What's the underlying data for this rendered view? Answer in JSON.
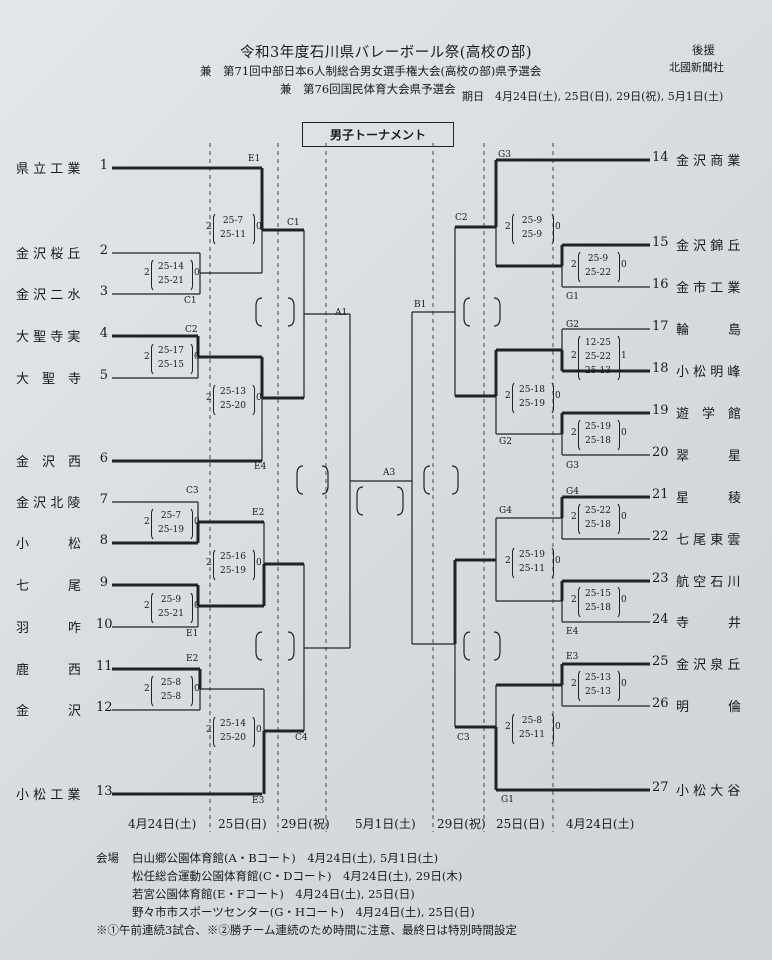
{
  "header": {
    "title": "令和3年度石川県バレーボール祭(高校の部)",
    "subtitle1": "兼　第71回中部日本6人制総合男女選手権大会(高校の部)県予選会",
    "subtitle2": "兼　第76回国民体育大会県予選会",
    "sponsor_label": "後援",
    "sponsor_name": "北國新聞社",
    "period": "期日　4月24日(土), 25日(日), 29日(祝), 5月1日(土)",
    "tournament_title": "男子トーナメント"
  },
  "teams_left": [
    {
      "name": "県 立 工 業",
      "seed": "1"
    },
    {
      "name": "金 沢 桜 丘",
      "seed": "2"
    },
    {
      "name": "金 沢 二 水",
      "seed": "3"
    },
    {
      "name": "大 聖 寺 実",
      "seed": "4"
    },
    {
      "name": "大　聖　寺",
      "seed": "5"
    },
    {
      "name": "金　沢　西",
      "seed": "6"
    },
    {
      "name": "金 沢 北 陵",
      "seed": "7"
    },
    {
      "name": "小　　　松",
      "seed": "8"
    },
    {
      "name": "七　　　尾",
      "seed": "9"
    },
    {
      "name": "羽　　　咋",
      "seed": "10"
    },
    {
      "name": "鹿　　　西",
      "seed": "11"
    },
    {
      "name": "金　　　沢",
      "seed": "12"
    },
    {
      "name": "小 松 工 業",
      "seed": "13"
    }
  ],
  "teams_right": [
    {
      "seed": "14",
      "name": "金 沢 商 業"
    },
    {
      "seed": "15",
      "name": "金 沢 錦 丘"
    },
    {
      "seed": "16",
      "name": "金 市 工 業"
    },
    {
      "seed": "17",
      "name": "輪　　　島"
    },
    {
      "seed": "18",
      "name": "小 松 明 峰"
    },
    {
      "seed": "19",
      "name": "遊　学　館"
    },
    {
      "seed": "20",
      "name": "翠　　　星"
    },
    {
      "seed": "21",
      "name": "星　　　稜"
    },
    {
      "seed": "22",
      "name": "七 尾 東 雲"
    },
    {
      "seed": "23",
      "name": "航 空 石 川"
    },
    {
      "seed": "24",
      "name": "寺　　　井"
    },
    {
      "seed": "25",
      "name": "金 沢 泉 丘"
    },
    {
      "seed": "26",
      "name": "明　　　倫"
    },
    {
      "seed": "27",
      "name": "小 松 大 谷"
    }
  ],
  "court_labels": [
    {
      "text": "E1"
    },
    {
      "text": "C1"
    },
    {
      "text": "C1"
    },
    {
      "text": "C2"
    },
    {
      "text": "E4"
    },
    {
      "text": "C3"
    },
    {
      "text": "E2"
    },
    {
      "text": "E1"
    },
    {
      "text": "E2"
    },
    {
      "text": "C4"
    },
    {
      "text": "E3"
    },
    {
      "text": "A1"
    },
    {
      "text": "A3"
    },
    {
      "text": "B1"
    },
    {
      "text": "G3"
    },
    {
      "text": "C2"
    },
    {
      "text": "G1"
    },
    {
      "text": "G2"
    },
    {
      "text": "G2"
    },
    {
      "text": "G3"
    },
    {
      "text": "G4"
    },
    {
      "text": "G4"
    },
    {
      "text": "E4"
    },
    {
      "text": "E3"
    },
    {
      "text": "C3"
    },
    {
      "text": "G1"
    }
  ],
  "matches": [
    {
      "sets_won": "2",
      "scores": [
        "25-7",
        "25-11"
      ],
      "sets_lost": "0"
    },
    {
      "sets_won": "2",
      "scores": [
        "25-14",
        "25-21"
      ],
      "sets_lost": "0"
    },
    {
      "sets_won": "2",
      "scores": [
        "25-17",
        "25-15"
      ],
      "sets_lost": "0"
    },
    {
      "sets_won": "2",
      "scores": [
        "25-13",
        "25-20"
      ],
      "sets_lost": "0"
    },
    {
      "sets_won": "2",
      "scores": [
        "25-7",
        "25-19"
      ],
      "sets_lost": "0"
    },
    {
      "sets_won": "2",
      "scores": [
        "25-16",
        "25-19"
      ],
      "sets_lost": "0"
    },
    {
      "sets_won": "2",
      "scores": [
        "25-9",
        "25-21"
      ],
      "sets_lost": "0"
    },
    {
      "sets_won": "2",
      "scores": [
        "25-8",
        "25-8"
      ],
      "sets_lost": "0"
    },
    {
      "sets_won": "2",
      "scores": [
        "25-14",
        "25-20"
      ],
      "sets_lost": "0"
    },
    {
      "sets_won": "2",
      "scores": [
        "25-9",
        "25-9"
      ],
      "sets_lost": "0"
    },
    {
      "sets_won": "2",
      "scores": [
        "25-9",
        "25-22"
      ],
      "sets_lost": "0"
    },
    {
      "sets_won": "2",
      "scores": [
        "12-25",
        "25-22",
        "25-13"
      ],
      "sets_lost": "1"
    },
    {
      "sets_won": "2",
      "scores": [
        "25-18",
        "25-19"
      ],
      "sets_lost": "0"
    },
    {
      "sets_won": "2",
      "scores": [
        "25-19",
        "25-18"
      ],
      "sets_lost": "0"
    },
    {
      "sets_won": "2",
      "scores": [
        "25-22",
        "25-18"
      ],
      "sets_lost": "0"
    },
    {
      "sets_won": "2",
      "scores": [
        "25-19",
        "25-11"
      ],
      "sets_lost": "0"
    },
    {
      "sets_won": "2",
      "scores": [
        "25-15",
        "25-18"
      ],
      "sets_lost": "0"
    },
    {
      "sets_won": "2",
      "scores": [
        "25-13",
        "25-13"
      ],
      "sets_lost": "0"
    },
    {
      "sets_won": "2",
      "scores": [
        "25-8",
        "25-11"
      ],
      "sets_lost": "0"
    }
  ],
  "dates_row": [
    "4月24日(土)",
    "25日(日)",
    "29日(祝)",
    "5月1日(土)",
    "29日(祝)",
    "25日(日)",
    "4月24日(土)"
  ],
  "venues": {
    "label": "会場",
    "lines": [
      "白山郷公園体育館(A・Bコート)　4月24日(土), 5月1日(土)",
      "松任総合運動公園体育館(C・Dコート)　4月24日(土), 29日(木)",
      "若宮公園体育館(E・Fコート)　4月24日(土), 25日(日)",
      "野々市市スポーツセンター(G・Hコート)　4月24日(土), 25日(日)"
    ],
    "note": "※①午前連続3試合、※②勝チーム連続のため時間に注意、最終日は特別時間設定"
  }
}
